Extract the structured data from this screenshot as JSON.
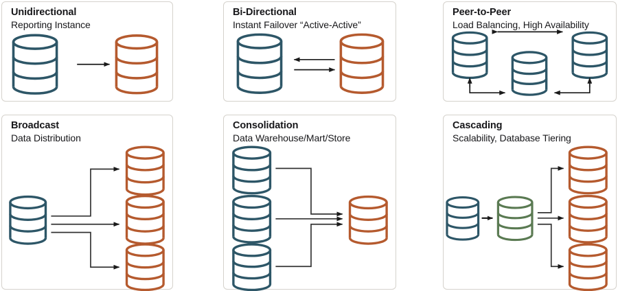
{
  "diagram": {
    "title_hidden": "Database Replication Topologies",
    "background": "#ffffff",
    "panel_border": "#d5d2cc",
    "colors": {
      "source_teal": "#2d5667",
      "target_orange": "#b55a2e",
      "mid_green": "#5a7a52",
      "arrow": "#1a1a1a",
      "text": "#17171a"
    }
  },
  "panels": [
    {
      "id": "unidirectional",
      "title": "Unidirectional",
      "subtitle": "Reporting Instance",
      "nodes": [
        {
          "role": "source",
          "color": "#2d5667"
        },
        {
          "role": "target",
          "color": "#b55a2e"
        }
      ],
      "flow": "one source to one target, single arrow"
    },
    {
      "id": "bi-directional",
      "title": "Bi-Directional",
      "subtitle": "Instant Failover “Active-Active”",
      "nodes": [
        {
          "role": "peer",
          "color": "#2d5667"
        },
        {
          "role": "peer",
          "color": "#b55a2e"
        }
      ],
      "flow": "two parallel arrows, one each direction"
    },
    {
      "id": "peer-to-peer",
      "title": "Peer-to-Peer",
      "subtitle": "Load Balancing, High Availability",
      "nodes": [
        {
          "role": "peer",
          "color": "#2d5667"
        },
        {
          "role": "peer",
          "color": "#2d5667"
        },
        {
          "role": "peer",
          "color": "#2d5667"
        }
      ],
      "flow": "double-headed arrow between top peers, L-arrows into bottom center peer"
    },
    {
      "id": "broadcast",
      "title": "Broadcast",
      "subtitle": "Data Distribution",
      "nodes": [
        {
          "role": "source",
          "color": "#2d5667"
        },
        {
          "role": "target",
          "color": "#b55a2e"
        },
        {
          "role": "target",
          "color": "#b55a2e"
        },
        {
          "role": "target",
          "color": "#b55a2e"
        }
      ],
      "flow": "one source fans out to three targets"
    },
    {
      "id": "consolidation",
      "title": "Consolidation",
      "subtitle": "Data Warehouse/Mart/Store",
      "nodes": [
        {
          "role": "source",
          "color": "#2d5667"
        },
        {
          "role": "source",
          "color": "#2d5667"
        },
        {
          "role": "source",
          "color": "#2d5667"
        },
        {
          "role": "target",
          "color": "#b55a2e"
        }
      ],
      "flow": "three sources converge into one target"
    },
    {
      "id": "cascading",
      "title": "Cascading",
      "subtitle": "Scalability, Database Tiering",
      "nodes": [
        {
          "role": "source",
          "color": "#2d5667"
        },
        {
          "role": "relay",
          "color": "#5a7a52"
        },
        {
          "role": "target",
          "color": "#b55a2e"
        },
        {
          "role": "target",
          "color": "#b55a2e"
        },
        {
          "role": "target",
          "color": "#b55a2e"
        }
      ],
      "flow": "source to relay, relay fans out to three targets"
    }
  ]
}
